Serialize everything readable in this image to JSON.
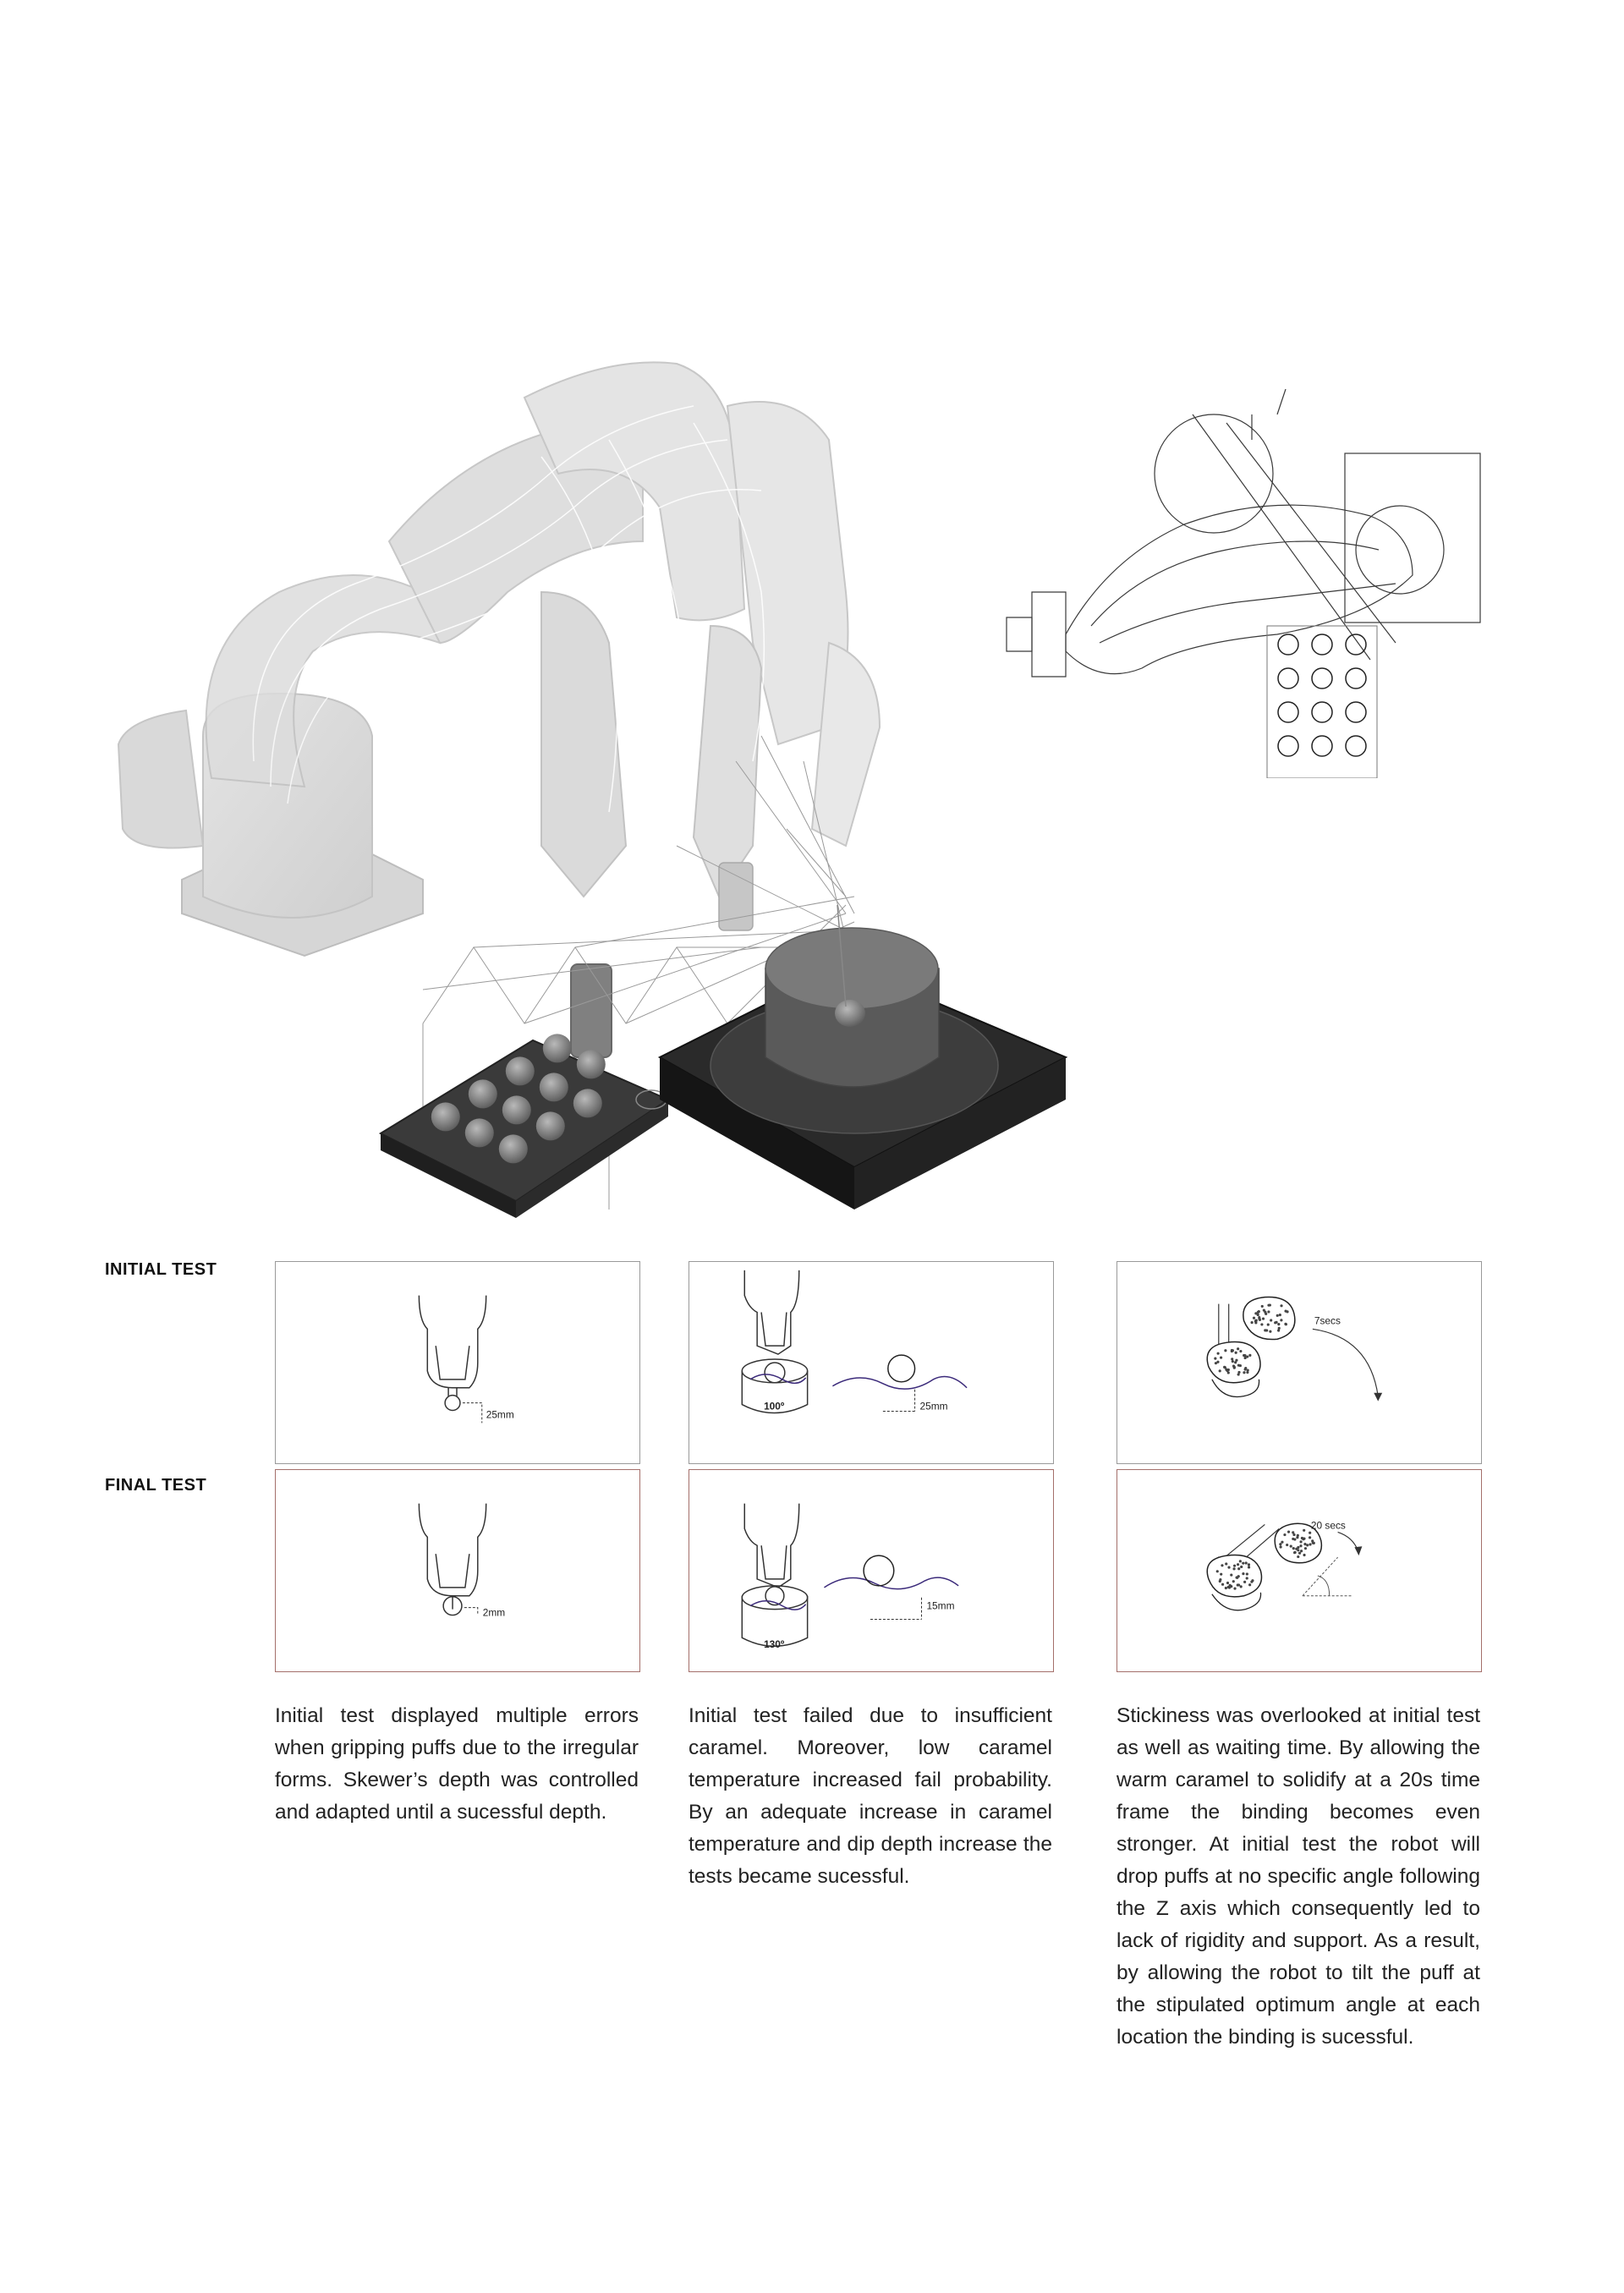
{
  "rows": {
    "initial_label": "INITIAL TEST",
    "final_label": "FINAL TEST"
  },
  "panels": {
    "initial_skewer": {
      "depth": "25mm"
    },
    "final_skewer": {
      "depth": "2mm"
    },
    "initial_dip": {
      "temperature": "100º",
      "depth": "25mm"
    },
    "final_dip": {
      "temperature": "130º",
      "depth": "15mm"
    },
    "initial_bind": {
      "time": "7secs"
    },
    "final_bind": {
      "time": "20 secs"
    }
  },
  "descriptions": {
    "col1": "Initial test displayed multiple errors when gripping puffs due to the irregular forms. Skewer’s depth was controlled and adapted until a sucessful depth.",
    "col2": "Initial test failed due to insufficient caramel. Moreover, low caramel temperature increased fail probability. By an adequate increase in caramel temperature and dip depth increase the tests became sucessful.",
    "col3": "Stickiness was overlooked at initial test as well as waiting time. By allowing the warm caramel to solidify at a 20s time frame the binding becomes even stronger. At initial test the robot will drop puffs at no specific angle following the Z axis which consequently led to lack of rigidity and support. As a result, by allowing the robot to tilt the puff at the stipulated optimum angle at each location the binding is sucessful."
  },
  "colors": {
    "initial_border": "#9a9a9a",
    "final_border": "#a46f6a",
    "wave": "#3b2a7a"
  }
}
